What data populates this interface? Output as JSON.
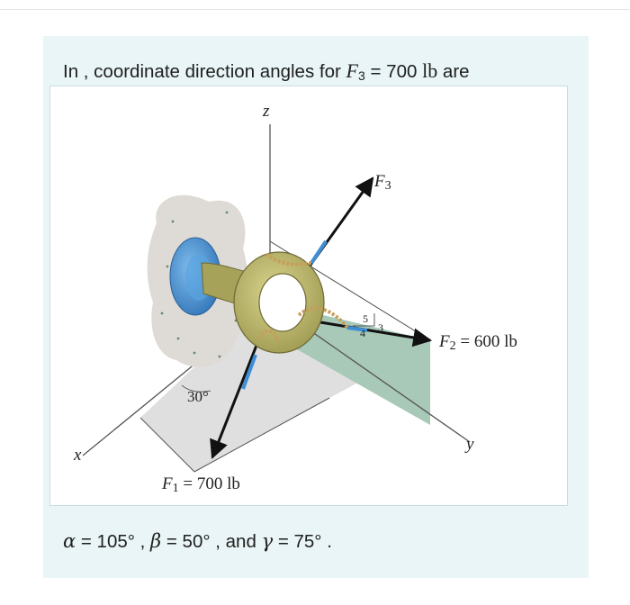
{
  "question": {
    "prefix": "In , coordinate direction angles for ",
    "force_symbol": "F",
    "force_sub": "3",
    "equals": "=",
    "value_num": "700",
    "value_unit": "lb",
    "suffix": " are"
  },
  "figure": {
    "axis_z": "z",
    "axis_x": "x",
    "axis_y": "y",
    "f3_symbol": "F",
    "f3_sub": "3",
    "f2_symbol": "F",
    "f2_sub": "2",
    "f2_value": "= 600 lb",
    "f1_symbol": "F",
    "f1_sub": "1",
    "f1_value": "= 700 lb",
    "angle_label": "30°",
    "slope_5": "5",
    "slope_4": "4",
    "slope_3": "3"
  },
  "answer": {
    "alpha_symbol": "α",
    "alpha_value": " = 105°",
    "sep1": " , ",
    "beta_symbol": "β",
    "beta_value": " = 50°",
    "sep2": " , and ",
    "gamma_symbol": "γ",
    "gamma_value": " = 75°",
    "end": " ."
  },
  "colors": {
    "card_bg": "#e9f5f6",
    "ring": "#b9b56a",
    "disc": "#4a97d8",
    "wall": "#dedad6",
    "plane_green": "#a8c8b8",
    "plane_gray": "#dcdcdc"
  }
}
